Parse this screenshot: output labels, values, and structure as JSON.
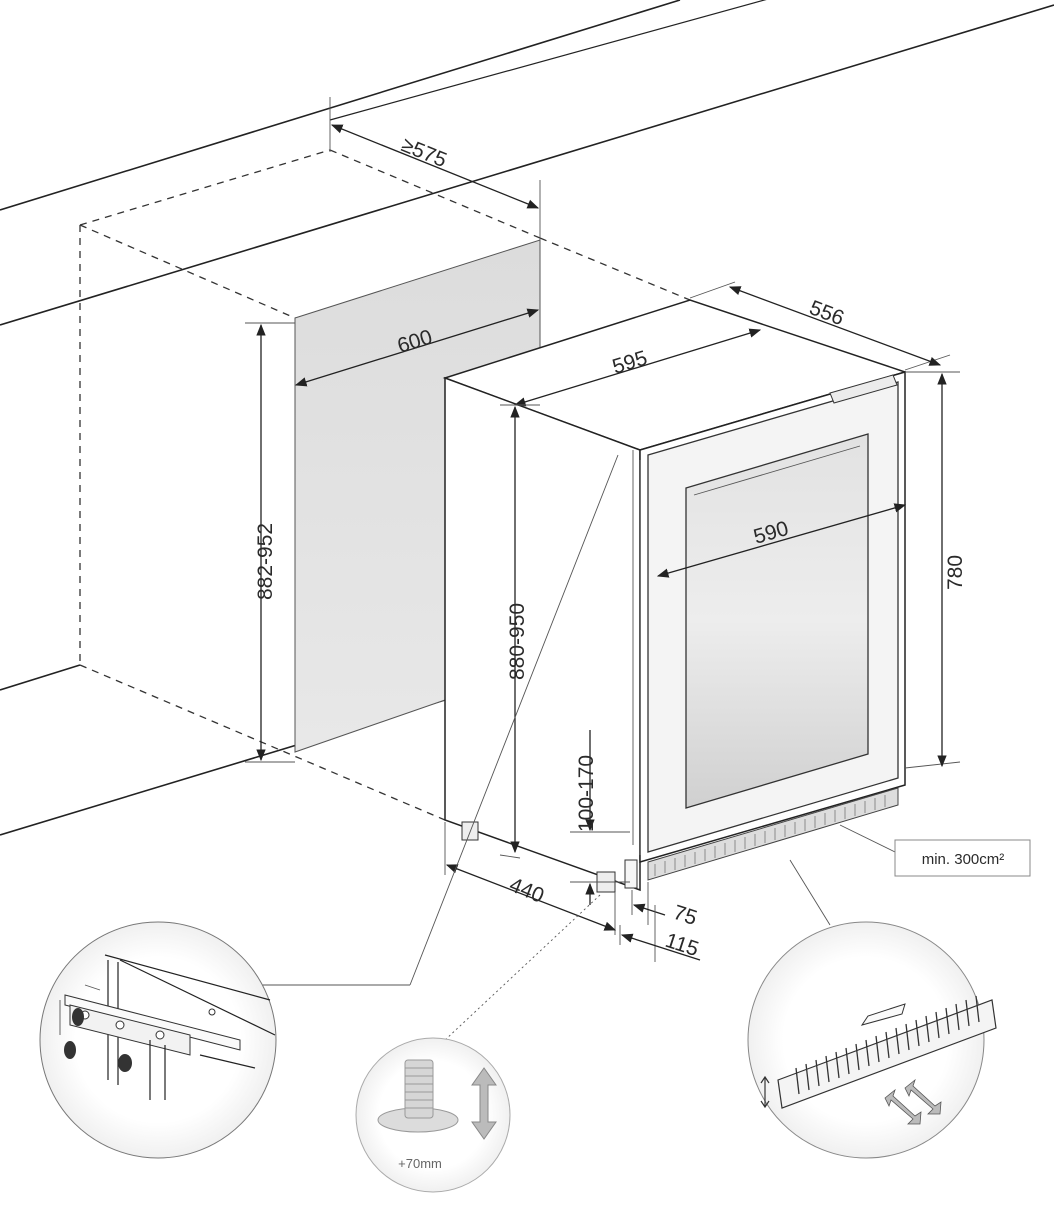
{
  "dimensions": {
    "niche_depth": "≥575",
    "niche_width": "600",
    "niche_height": "882-952",
    "unit_width": "595",
    "unit_depth": "556",
    "door_width": "590",
    "unit_height": "780",
    "adjustable_height": "880-950",
    "plinth_height": "100-170",
    "foot_depth": "440",
    "front_offset": "75",
    "plinth_offset": "115"
  },
  "ventilation": {
    "label": "min. 300cm²"
  },
  "foot_detail": {
    "label": "+70mm"
  }
}
